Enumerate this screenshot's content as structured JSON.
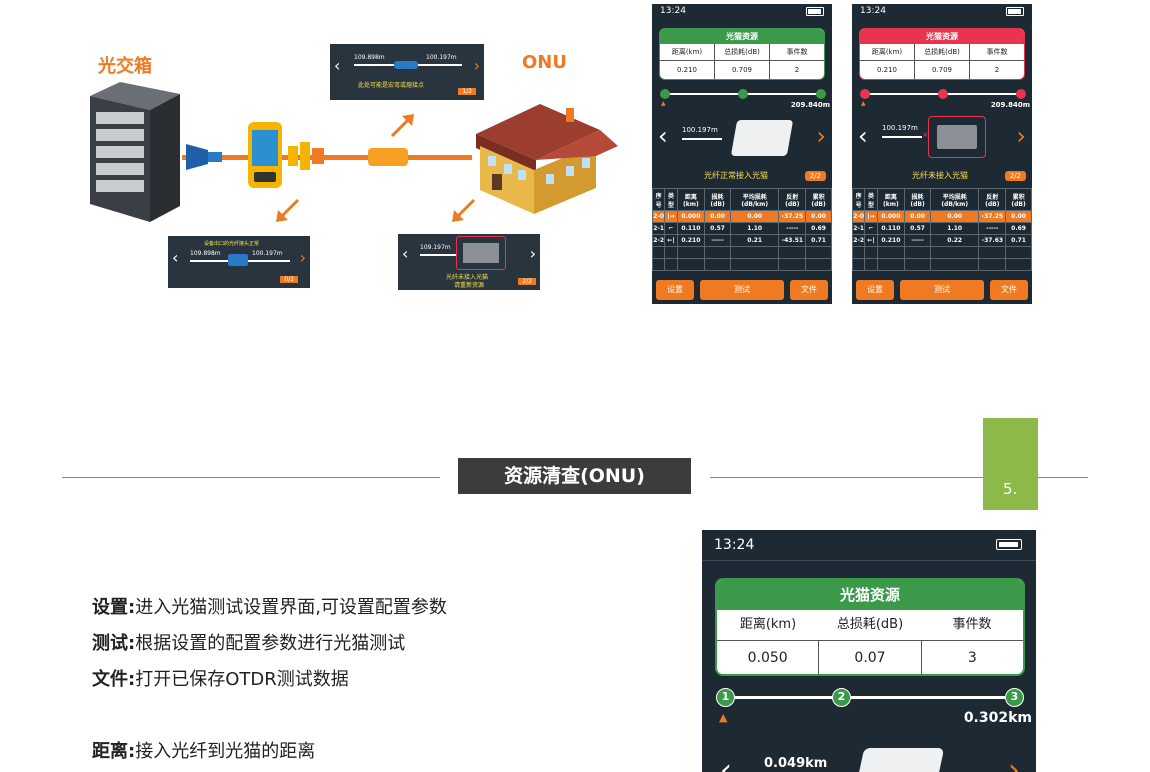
{
  "diagram": {
    "label_box": "光交箱",
    "label_onu": "ONU",
    "callout_top": {
      "left": "109.898m",
      "right": "100.197m",
      "msg": "此处可能是宏弯或熔接点",
      "page": "1/2"
    },
    "callout_left": {
      "msg": "设备出口的光纤接头正常",
      "left": "109.898m",
      "right": "100.197m",
      "page": "0/2"
    },
    "callout_right": {
      "dist": "109.197m",
      "msg1": "光纤未接入光猫",
      "msg2": "请重新资源",
      "page": "2/2"
    }
  },
  "phone_small": [
    {
      "time": "13:24",
      "title": "光猫资源",
      "headers": [
        "距离(km)",
        "总损耗(dB)",
        "事件数"
      ],
      "values": [
        "0.210",
        "0.709",
        "2"
      ],
      "end_dist": "209.840m",
      "dist": "100.197m",
      "status": "光纤正常接入光猫",
      "page": "2/2",
      "table_headers": [
        "序号",
        "类型",
        "距离(km)",
        "损耗(dB)",
        "平均损耗(dB/km)",
        "反射(dB)",
        "累积(dB)"
      ],
      "rows": [
        [
          "2-0",
          "|→",
          "0.000",
          "0.00",
          "0.00",
          "-37.25",
          "0.00"
        ],
        [
          "2-1",
          "⌐",
          "0.110",
          "0.57",
          "1.10",
          "-----",
          "0.69"
        ],
        [
          "2-2",
          "←|",
          "0.210",
          "-----",
          "0.21",
          "-43.51",
          "0.71"
        ]
      ],
      "buttons": [
        "设置",
        "测试",
        "文件"
      ],
      "accent": "#3a9a4a"
    },
    {
      "time": "13:24",
      "title": "光猫资源",
      "headers": [
        "距离(km)",
        "总损耗(dB)",
        "事件数"
      ],
      "values": [
        "0.210",
        "0.709",
        "2"
      ],
      "end_dist": "209.840m",
      "dist": "100.197m",
      "status": "光纤未接入光猫",
      "page": "2/2",
      "table_headers": [
        "序号",
        "类型",
        "距离(km)",
        "损耗(dB)",
        "平均损耗(dB/km)",
        "反射(dB)",
        "累积(dB)"
      ],
      "rows": [
        [
          "2-0",
          "|→",
          "0.000",
          "0.00",
          "0.00",
          "-37.25",
          "0.00"
        ],
        [
          "2-1",
          "⌐",
          "0.110",
          "0.57",
          "1.10",
          "-----",
          "0.69"
        ],
        [
          "2-2",
          "←|",
          "0.210",
          "-----",
          "0.22",
          "-37.63",
          "0.71"
        ]
      ],
      "buttons": [
        "设置",
        "测试",
        "文件"
      ],
      "accent": "#e8344e"
    }
  ],
  "section": {
    "title": "资源清查(ONU)",
    "number": "5."
  },
  "descriptions": [
    {
      "term": "设置:",
      "text": "进入光猫测试设置界面,可设置配置参数"
    },
    {
      "term": "测试:",
      "text": "根据设置的配置参数进行光猫测试"
    },
    {
      "term": "文件:",
      "text": "打开已保存OTDR测试数据"
    },
    {
      "term": "距离:",
      "text": "接入光纤到光猫的距离"
    }
  ],
  "phone_large": {
    "time": "13:24",
    "title": "光猫资源",
    "headers": [
      "距离(km)",
      "总损耗(dB)",
      "事件数"
    ],
    "values": [
      "0.050",
      "0.07",
      "3"
    ],
    "events": [
      "1",
      "2",
      "3"
    ],
    "end_dist": "0.302km",
    "dist": "0.049km"
  },
  "colors": {
    "green": "#3a9a4a",
    "red": "#e8344e",
    "orange": "#f07a22",
    "section_green": "#8db84a"
  }
}
